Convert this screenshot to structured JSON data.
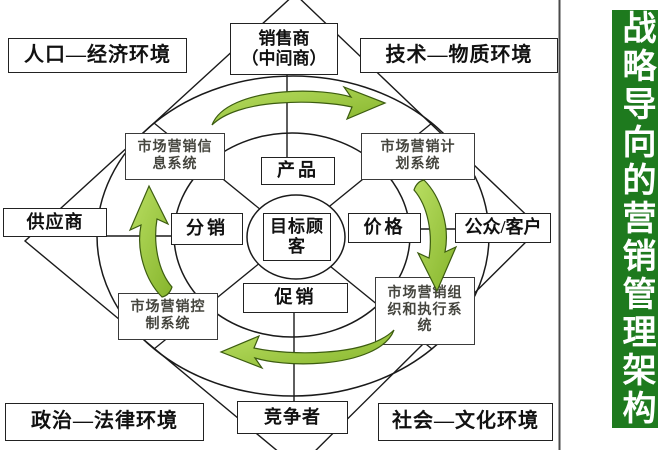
{
  "title_banner": {
    "text": "战略导向的营销管理架构",
    "bg_color": "#1e7a1e",
    "text_color": "#ffffff"
  },
  "colors": {
    "arrow_green_light": "#b9de62",
    "arrow_green": "#8cbc34",
    "arrow_outline": "#3c5c10",
    "line_color": "#1a1a1a"
  },
  "nodes": {
    "env_population_economic": "人口—经济环境",
    "sellers": "销售商\n（中间商）",
    "env_tech_material": "技术—物质环境",
    "suppliers": "供应商",
    "public_customers": "公众/客户",
    "env_politics_legal": "政治—法律环境",
    "competitors": "竞争者",
    "env_society_culture": "社会—文化环境",
    "sys_info": "市场营销信\n息系统",
    "sys_plan": "市场营销计\n划系统",
    "sys_control": "市场营销控\n制系统",
    "sys_org": "市场营销组\n织和执行系\n统",
    "product": "产品",
    "distribution": "分销",
    "price": "价格",
    "promotion": "促销",
    "target_customers": "目标顾\n客"
  }
}
